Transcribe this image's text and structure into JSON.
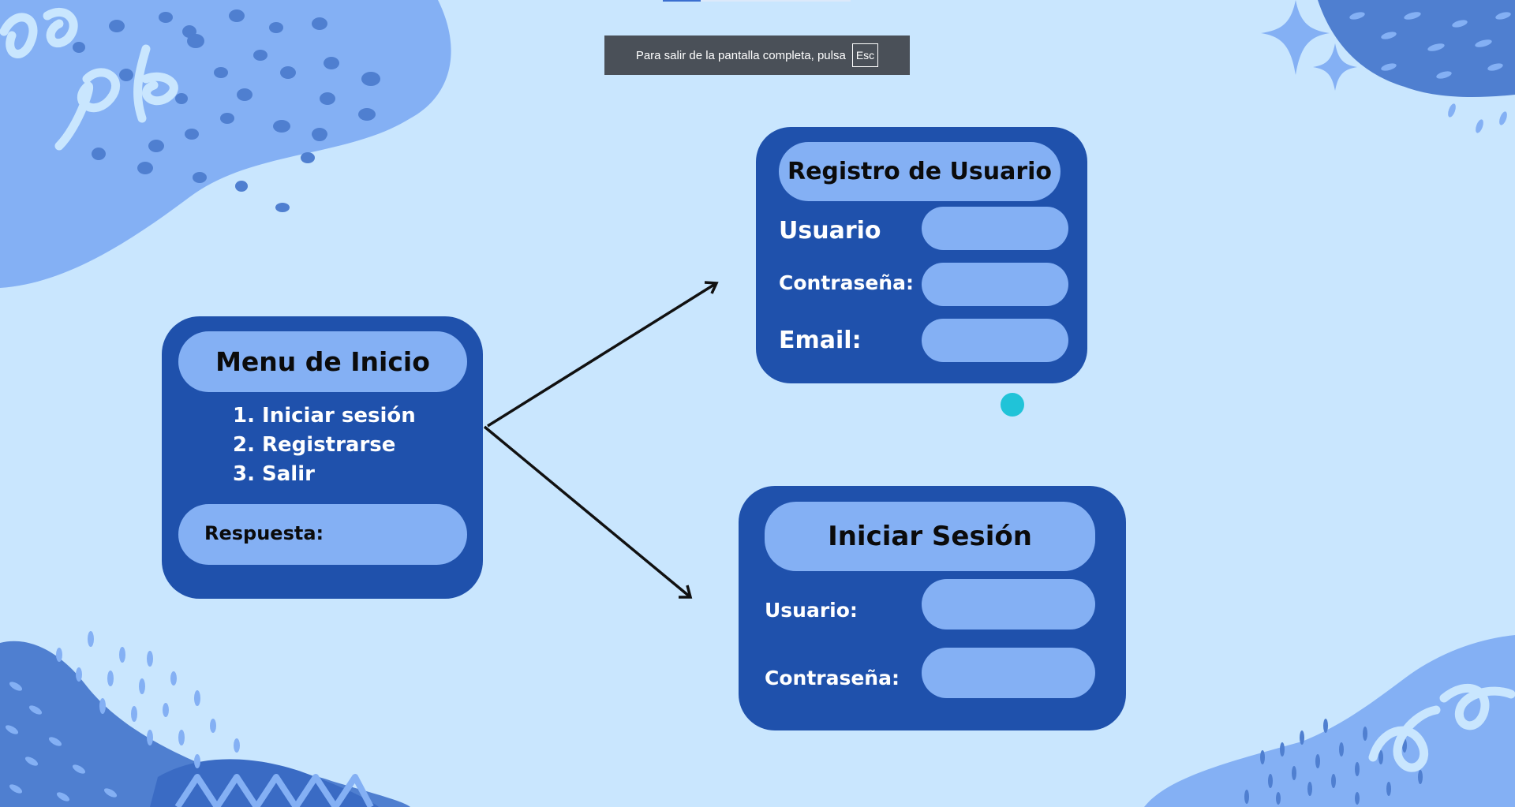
{
  "fullscreen_hint": {
    "text": "Para salir de la pantalla completa, pulsa",
    "key": "Esc"
  },
  "menu": {
    "title": "Menu de Inicio",
    "items": [
      "1. Iniciar sesión",
      "2. Registrarse",
      "3. Salir"
    ],
    "answer_label": "Respuesta:"
  },
  "register": {
    "title": "Registro de Usuario",
    "user_label": "Usuario",
    "password_label": "Contraseña:",
    "email_label": "Email:"
  },
  "login": {
    "title": "Iniciar Sesión",
    "user_label": "Usuario:",
    "password_label": "Contraseña:"
  },
  "colors": {
    "background": "#c9e6fe",
    "card": "#1f51ac",
    "pill": "#84b0f4",
    "blob_light": "#84b0f4",
    "blob_dark": "#4f7fd0",
    "cursor_dot": "#20c3d8"
  }
}
